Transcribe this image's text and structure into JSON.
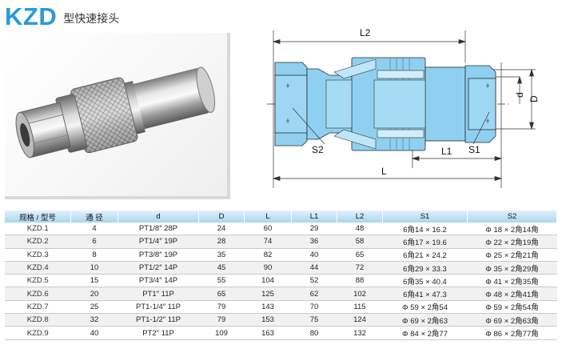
{
  "header": {
    "model": "KZD",
    "subtitle": "型快速接头"
  },
  "drawing_labels": {
    "L2": "L2",
    "L1": "L1",
    "L": "L",
    "S1": "S1",
    "S2": "S2",
    "d": "d",
    "D": "D"
  },
  "table": {
    "columns": [
      "规格 / 型号",
      "通 径",
      "d",
      "D",
      "L",
      "L1",
      "L2",
      "S1",
      "S2"
    ],
    "rows": [
      [
        "KZD.1",
        "4",
        "PT1/8″ 28P",
        "24",
        "60",
        "29",
        "48",
        "6角14 × 16.2",
        "Φ 18 × 2角14角"
      ],
      [
        "KZD.2",
        "6",
        "PT1/4″ 19P",
        "28",
        "74",
        "36",
        "58",
        "6角17 × 19.6",
        "Φ 22 × 2角19角"
      ],
      [
        "KZD.3",
        "8",
        "PT3/8″ 19P",
        "35",
        "82",
        "40",
        "65",
        "6角21 × 24.2",
        "Φ 25 × 2角21角"
      ],
      [
        "KZD.4",
        "10",
        "PT1/2″ 14P",
        "45",
        "90",
        "44",
        "72",
        "6角29 × 33.3",
        "Φ 35 × 2角29角"
      ],
      [
        "KZD.5",
        "15",
        "PT3/4″ 14P",
        "55",
        "104",
        "52",
        "88",
        "6角35 × 40.4",
        "Φ 41 × 2角35角"
      ],
      [
        "KZD.6",
        "20",
        "PT1″ 11P",
        "65",
        "125",
        "62",
        "102",
        "6角41 × 47.3",
        "Φ 48 × 2角41角"
      ],
      [
        "KZD.7",
        "25",
        "PT1-1/4″ 11P",
        "79",
        "143",
        "70",
        "115",
        "Φ 59 × 2角54",
        "Φ 59 × 2角54角"
      ],
      [
        "KZD.8",
        "32",
        "PT1-1/2″ 11P",
        "79",
        "153",
        "75",
        "124",
        "Φ 69 × 2角63",
        "Φ 69 × 2角63角"
      ],
      [
        "KZD.9",
        "40",
        "PT2″ 11P",
        "109",
        "163",
        "80",
        "132",
        "Φ 84 × 2角77",
        "Φ 86 × 2角77角"
      ]
    ]
  },
  "colors": {
    "title_blue": "#2a9bd6",
    "header_blue": "#a9d5ef",
    "part_blue": "#8fd0f0"
  },
  "icons": {
    "photo": "quick-coupling-photo",
    "drawing": "cross-section-drawing"
  }
}
